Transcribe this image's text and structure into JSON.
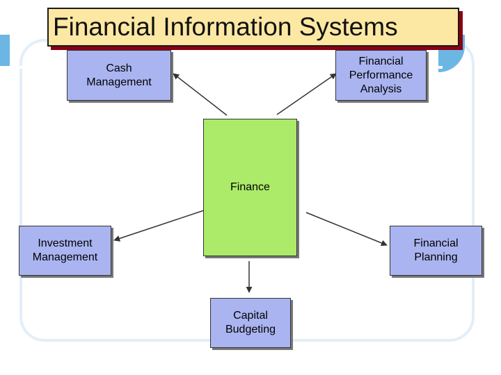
{
  "title": "Financial Information Systems",
  "nodes": {
    "cash_management": "Cash\nManagement",
    "financial_performance_analysis": "Financial\nPerformance\nAnalysis",
    "finance": "Finance",
    "investment_management": "Investment\nManagement",
    "financial_planning": "Financial\nPlanning",
    "capital_budgeting": "Capital\nBudgeting"
  },
  "colors": {
    "title_background": "#fce8a3",
    "title_shadow": "#8a0012",
    "node_blue": "#aab4f0",
    "node_green": "#abeb69",
    "accent_blue": "#6cb6e4"
  }
}
